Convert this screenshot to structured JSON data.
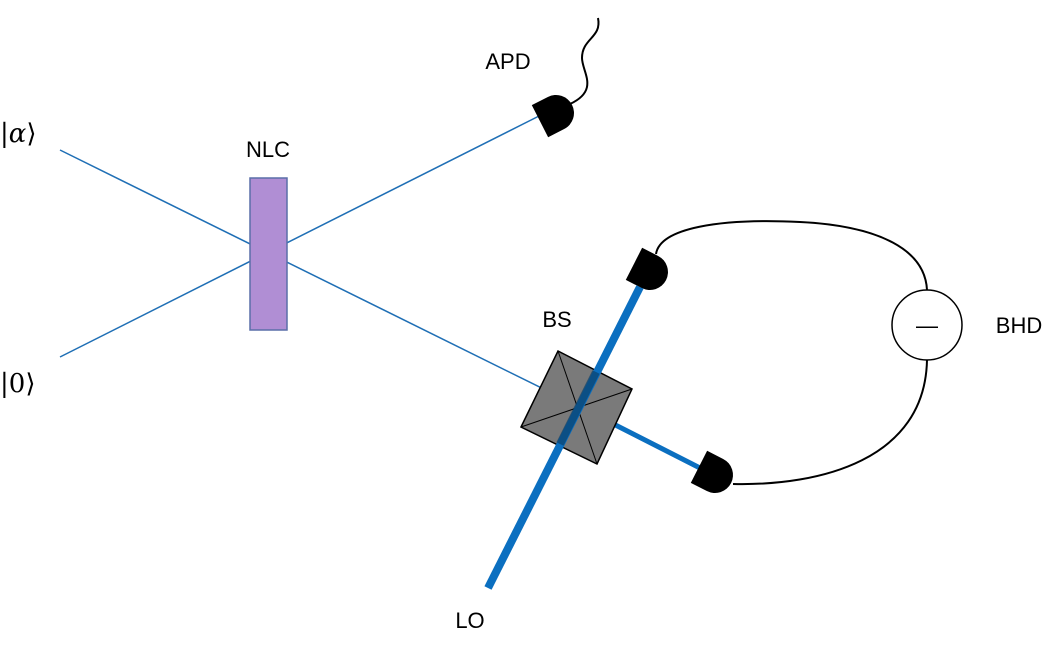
{
  "inputs": {
    "alpha": {
      "bar": "|",
      "symbol": "α",
      "bracket": "⟩"
    },
    "zero": {
      "bar": "|",
      "symbol": "0",
      "bracket": "⟩"
    }
  },
  "labels": {
    "nlc": "NLC",
    "apd": "APD",
    "bs": "BS",
    "lo": "LO",
    "bhd": "BHD",
    "bhd_symbol": "—"
  },
  "colors": {
    "beam": "#1f6fb5",
    "lo_beam": "#0b6fc0",
    "crystal_fill": "#b08ed4",
    "crystal_stroke": "#5a6fa8",
    "beamsplitter_fill": "#7a7a7a",
    "detector": "#000000",
    "wire": "#000000"
  },
  "icons": {
    "apd": "photodetector-icon",
    "bhd_detector_top": "photodetector-icon",
    "bhd_detector_bottom": "photodetector-icon",
    "bhd_meter": "subtraction-circle-icon"
  }
}
